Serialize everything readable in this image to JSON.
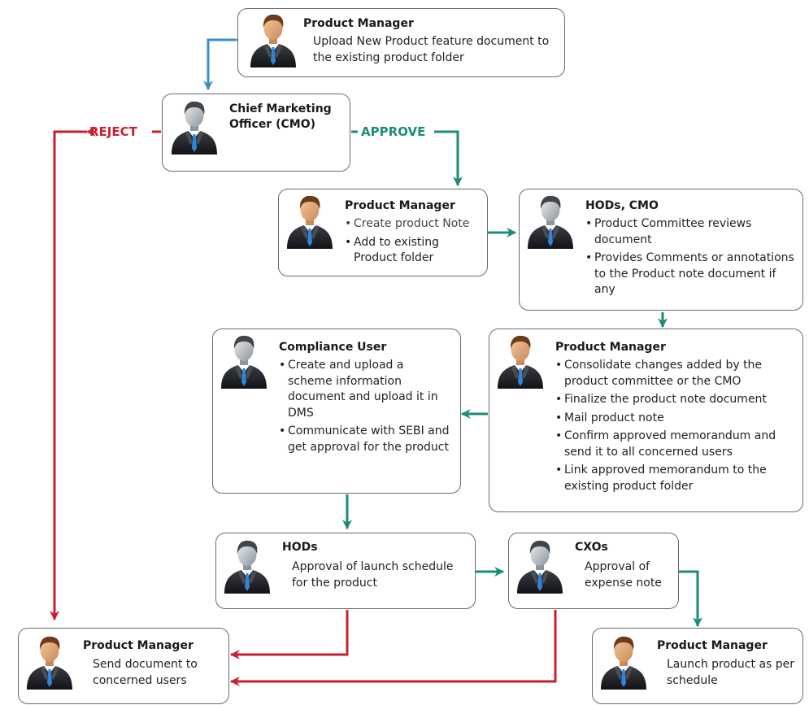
{
  "colors": {
    "reject": "#c8202f",
    "approve": "#1a8c78",
    "flow": "#1a8c78",
    "start": "#3a8fc4"
  },
  "labels": {
    "reject": "REJECT",
    "approve": "APPROVE"
  },
  "nodes": [
    {
      "id": "pm_upload",
      "role": "Product Manager",
      "avatar": "manager-avatar-icon",
      "text": "Upload New Product feature document to the existing product folder"
    },
    {
      "id": "cmo",
      "role": "Chief Marketing Officer (CMO)",
      "avatar": "executive-avatar-icon"
    },
    {
      "id": "pm_note",
      "role": "Product Manager",
      "avatar": "manager-avatar-icon",
      "bullets": [
        "Create product Note",
        "Add to existing Product folder"
      ]
    },
    {
      "id": "hods_cmo",
      "role": "HODs, CMO",
      "avatar": "executive-avatar-icon",
      "bullets": [
        "Product Committee reviews document",
        "Provides Comments or annotations to the Product note document if any"
      ]
    },
    {
      "id": "pm_consolidate",
      "role": "Product Manager",
      "avatar": "manager-avatar-icon",
      "bullets": [
        "Consolidate changes added by the product committee or the CMO",
        "Finalize the product note document",
        "Mail product note",
        "Confirm approved memorandum and send it to all concerned users",
        "Link approved memorandum to the existing product folder"
      ]
    },
    {
      "id": "compliance",
      "role": "Compliance User",
      "avatar": "executive-avatar-icon",
      "bullets": [
        "Create and upload a scheme information document and upload it in DMS",
        "Communicate with SEBI and get approval for the product"
      ]
    },
    {
      "id": "hods",
      "role": "HODs",
      "avatar": "executive-avatar-icon",
      "text": "Approval of launch schedule for the product"
    },
    {
      "id": "cxos",
      "role": "CXOs",
      "avatar": "executive-avatar-icon",
      "text": "Approval of expense note"
    },
    {
      "id": "pm_send",
      "role": "Product Manager",
      "avatar": "manager-avatar-icon",
      "text": "Send document to concerned users"
    },
    {
      "id": "pm_launch",
      "role": "Product Manager",
      "avatar": "manager-avatar-icon",
      "text": "Launch product as per schedule"
    }
  ]
}
